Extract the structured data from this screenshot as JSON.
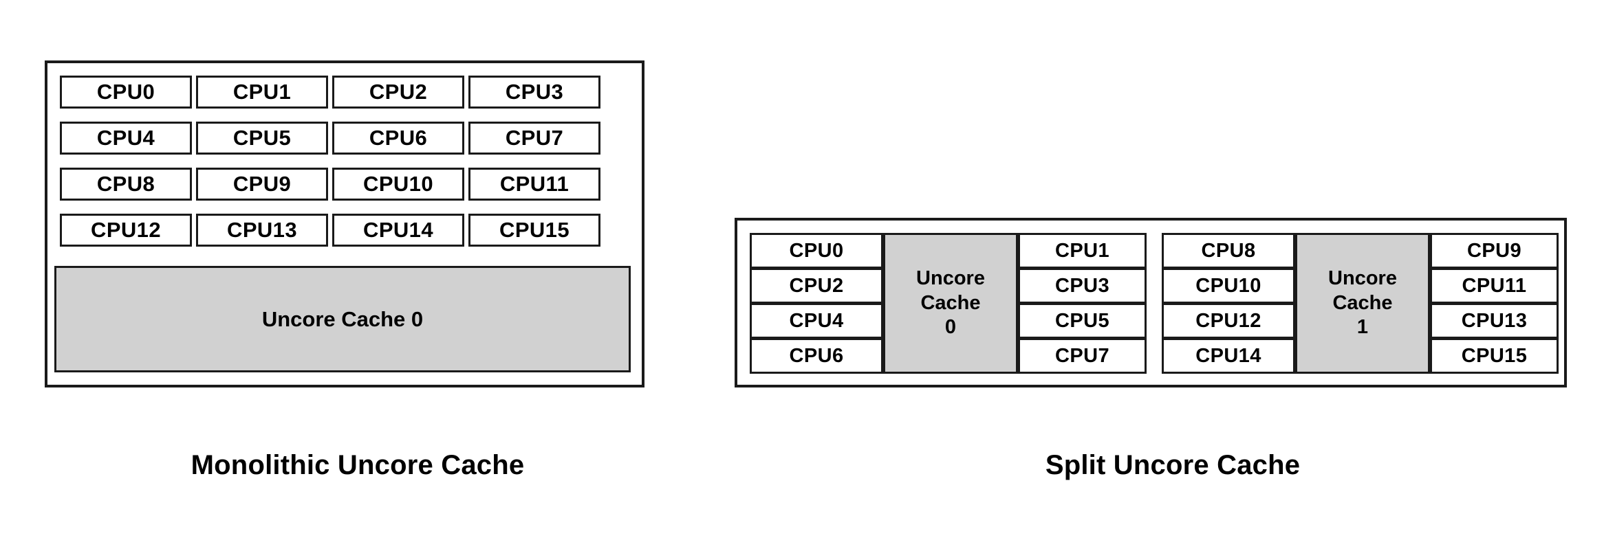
{
  "figure": {
    "background_color": "#ffffff",
    "outline_color": "#1a1a1a",
    "cache_fill_color": "#d1d1d1",
    "cpu_fill_color": "#ffffff"
  },
  "monolithic": {
    "caption": "Monolithic Uncore Cache",
    "cpu_rows": [
      [
        "CPU0",
        "CPU1",
        "CPU2",
        "CPU3"
      ],
      [
        "CPU4",
        "CPU5",
        "CPU6",
        "CPU7"
      ],
      [
        "CPU8",
        "CPU9",
        "CPU10",
        "CPU11"
      ],
      [
        "CPU12",
        "CPU13",
        "CPU14",
        "CPU15"
      ]
    ],
    "cache": {
      "label": "Uncore Cache 0"
    }
  },
  "split": {
    "caption": "Split Uncore Cache",
    "groups": [
      {
        "left_column": [
          "CPU0",
          "CPU2",
          "CPU4",
          "CPU6"
        ],
        "cache": {
          "line1": "Uncore",
          "line2": "Cache",
          "line3": "0"
        },
        "right_column": [
          "CPU1",
          "CPU3",
          "CPU5",
          "CPU7"
        ]
      },
      {
        "left_column": [
          "CPU8",
          "CPU10",
          "CPU12",
          "CPU14"
        ],
        "cache": {
          "line1": "Uncore",
          "line2": "Cache",
          "line3": "1"
        },
        "right_column": [
          "CPU9",
          "CPU11",
          "CPU13",
          "CPU15"
        ]
      }
    ]
  }
}
